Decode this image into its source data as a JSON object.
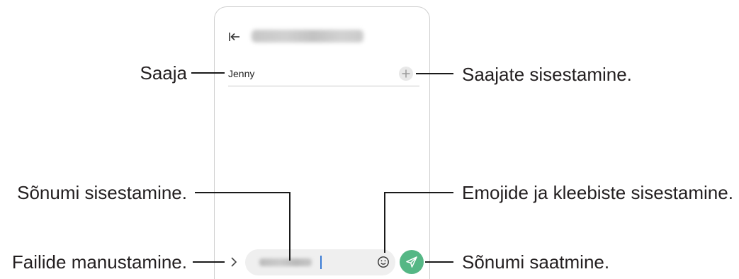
{
  "phone": {
    "recipient_name": "Jenny",
    "icons": {
      "back": "back-icon",
      "add_recipient": "add-circle-icon",
      "attach": "chevron-right-icon",
      "emoji": "smiley-icon",
      "send": "send-icon"
    },
    "colors": {
      "send_button": "#55b785",
      "text_cursor": "#3a7bd5",
      "input_background": "#efefef",
      "frame_border": "#cfcfcf"
    }
  },
  "callouts": {
    "recipient": "Saaja",
    "add_recipients": "Saajate sisestamine.",
    "enter_message": "Sõnumi sisestamine.",
    "emoji_stickers": "Emojide ja kleebiste sisestamine.",
    "attach_files": "Failide manustamine.",
    "send_message": "Sõnumi saatmine."
  }
}
